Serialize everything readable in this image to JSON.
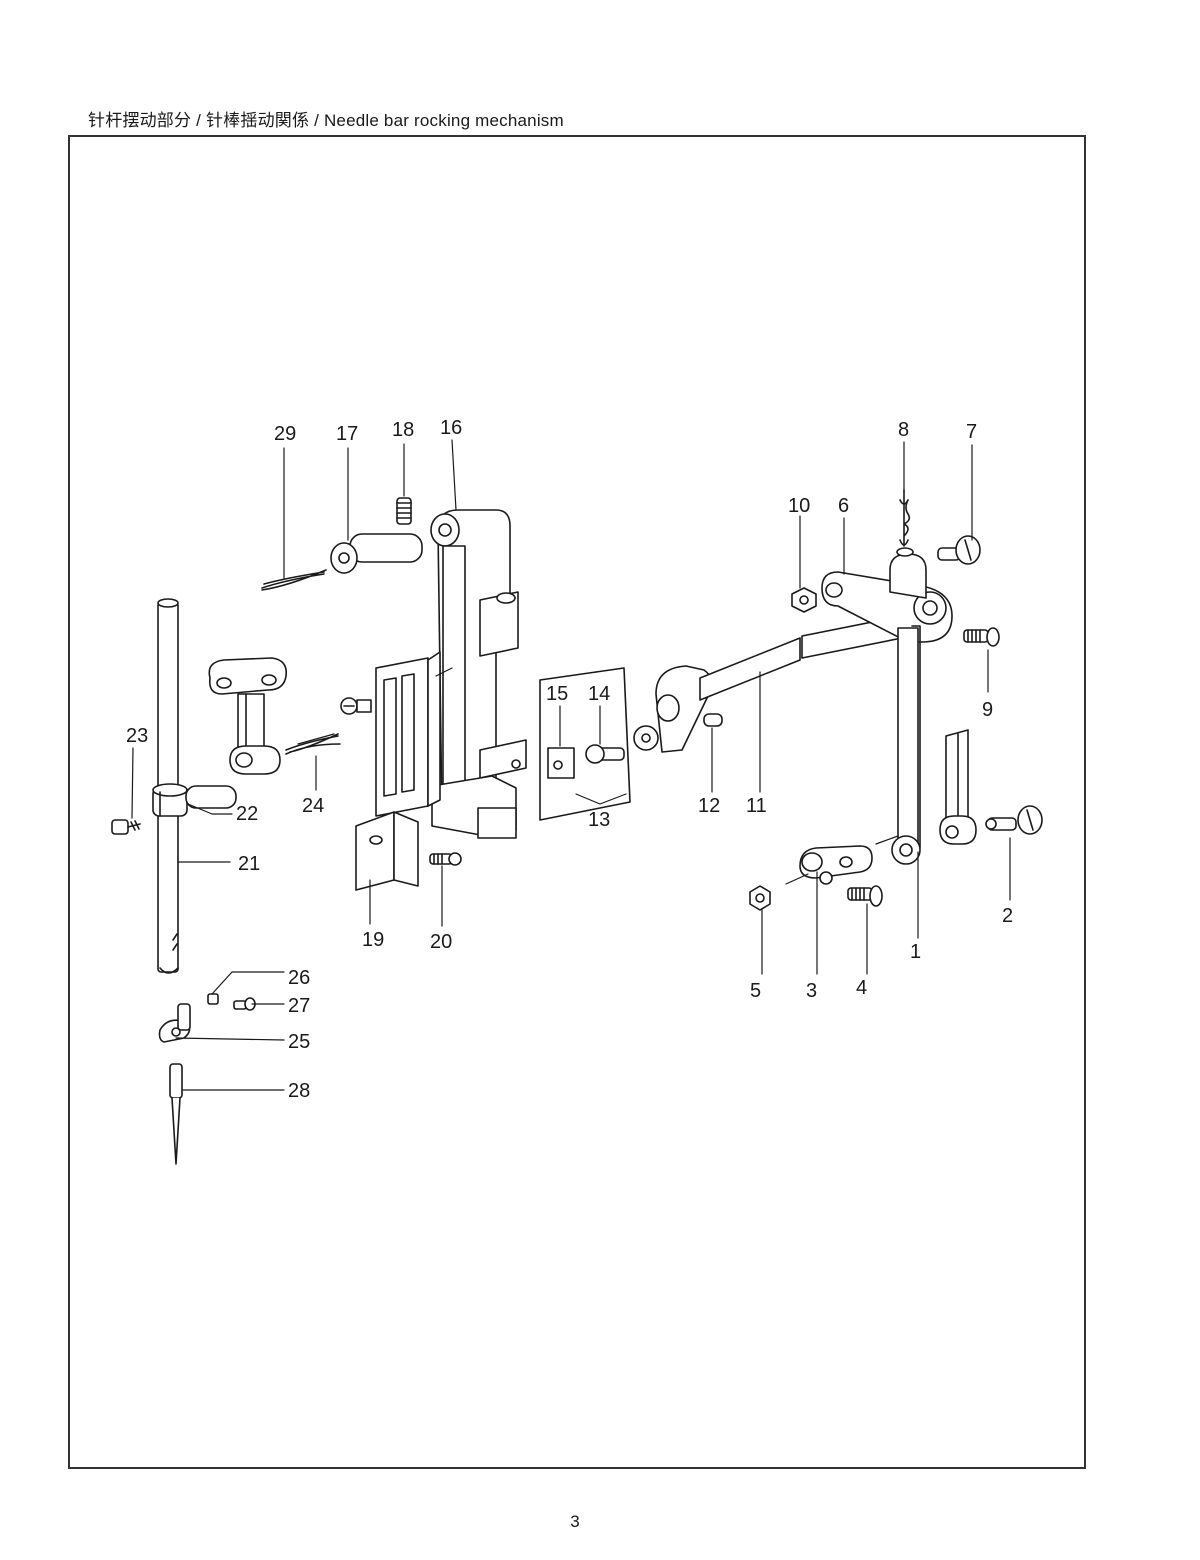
{
  "page": {
    "title": "针杆摆动部分 / 针棒揺动関係 / Needle bar rocking mechanism",
    "page_number": "3"
  },
  "callouts": [
    "1",
    "2",
    "3",
    "4",
    "5",
    "6",
    "7",
    "8",
    "9",
    "10",
    "11",
    "12",
    "13",
    "14",
    "15",
    "16",
    "17",
    "18",
    "19",
    "20",
    "21",
    "22",
    "23",
    "24",
    "25",
    "26",
    "27",
    "28",
    "29"
  ],
  "colors": {
    "ink": "#1a1a1a",
    "part_fill": "#ffffff"
  }
}
